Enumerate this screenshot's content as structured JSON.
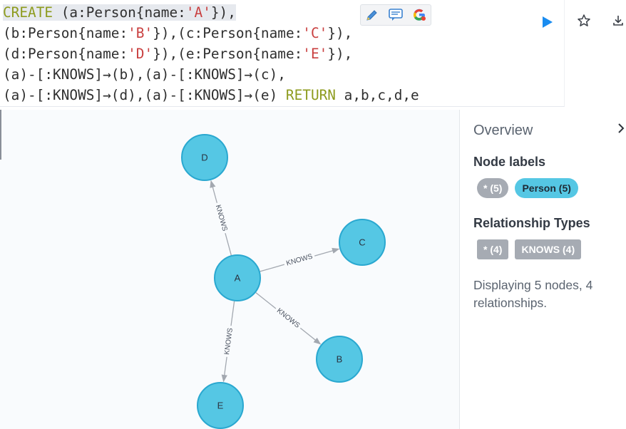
{
  "editor": {
    "lines": [
      [
        {
          "t": "CREATE",
          "c": "kw hl"
        },
        {
          "t": " (a:Person{name:",
          "c": "hl"
        },
        {
          "t": "'A'",
          "c": "str hl"
        },
        {
          "t": "}),",
          "c": "hl"
        }
      ],
      [
        {
          "t": "(b:Person{name:",
          "c": ""
        },
        {
          "t": "'B'",
          "c": "str"
        },
        {
          "t": "}),(c:Person{name:",
          "c": ""
        },
        {
          "t": "'C'",
          "c": "str"
        },
        {
          "t": "}),",
          "c": ""
        }
      ],
      [
        {
          "t": "(d:Person{name:",
          "c": ""
        },
        {
          "t": "'D'",
          "c": "str"
        },
        {
          "t": "}),(e:Person{name:",
          "c": ""
        },
        {
          "t": "'E'",
          "c": "str"
        },
        {
          "t": "}),",
          "c": ""
        }
      ],
      [
        {
          "t": "(a)-[:KNOWS]→(b),(a)-[:KNOWS]→(c),",
          "c": ""
        }
      ],
      [
        {
          "t": "(a)-[:KNOWS]→(d),(a)-[:KNOWS]→(e) ",
          "c": ""
        },
        {
          "t": "RETURN",
          "c": "kw"
        },
        {
          "t": " a,b,c,d,e",
          "c": ""
        }
      ]
    ],
    "tools": [
      "pencil-icon",
      "comment-icon",
      "google-icon"
    ],
    "run_icon": "play-icon",
    "star_icon": "star-icon",
    "download_icon": "download-icon"
  },
  "graph": {
    "nodes": [
      {
        "id": "a",
        "label": "A"
      },
      {
        "id": "b",
        "label": "B"
      },
      {
        "id": "c",
        "label": "C"
      },
      {
        "id": "d",
        "label": "D"
      },
      {
        "id": "e",
        "label": "E"
      }
    ],
    "relationships": [
      {
        "from": "a",
        "to": "d",
        "type": "KNOWS"
      },
      {
        "from": "a",
        "to": "c",
        "type": "KNOWS"
      },
      {
        "from": "a",
        "to": "b",
        "type": "KNOWS"
      },
      {
        "from": "a",
        "to": "e",
        "type": "KNOWS"
      }
    ],
    "colors": {
      "node_fill": "#55c7e4",
      "node_stroke": "#2aa8d0",
      "edge": "#a3a8b0"
    }
  },
  "overview": {
    "title": "Overview",
    "node_labels_title": "Node labels",
    "node_labels": [
      "* (5)",
      "Person (5)"
    ],
    "rel_types_title": "Relationship Types",
    "rel_types": [
      "* (4)",
      "KNOWS (4)"
    ],
    "summary": "Displaying 5 nodes, 4 relationships.",
    "collapse_icon": "chevron-right-icon"
  }
}
